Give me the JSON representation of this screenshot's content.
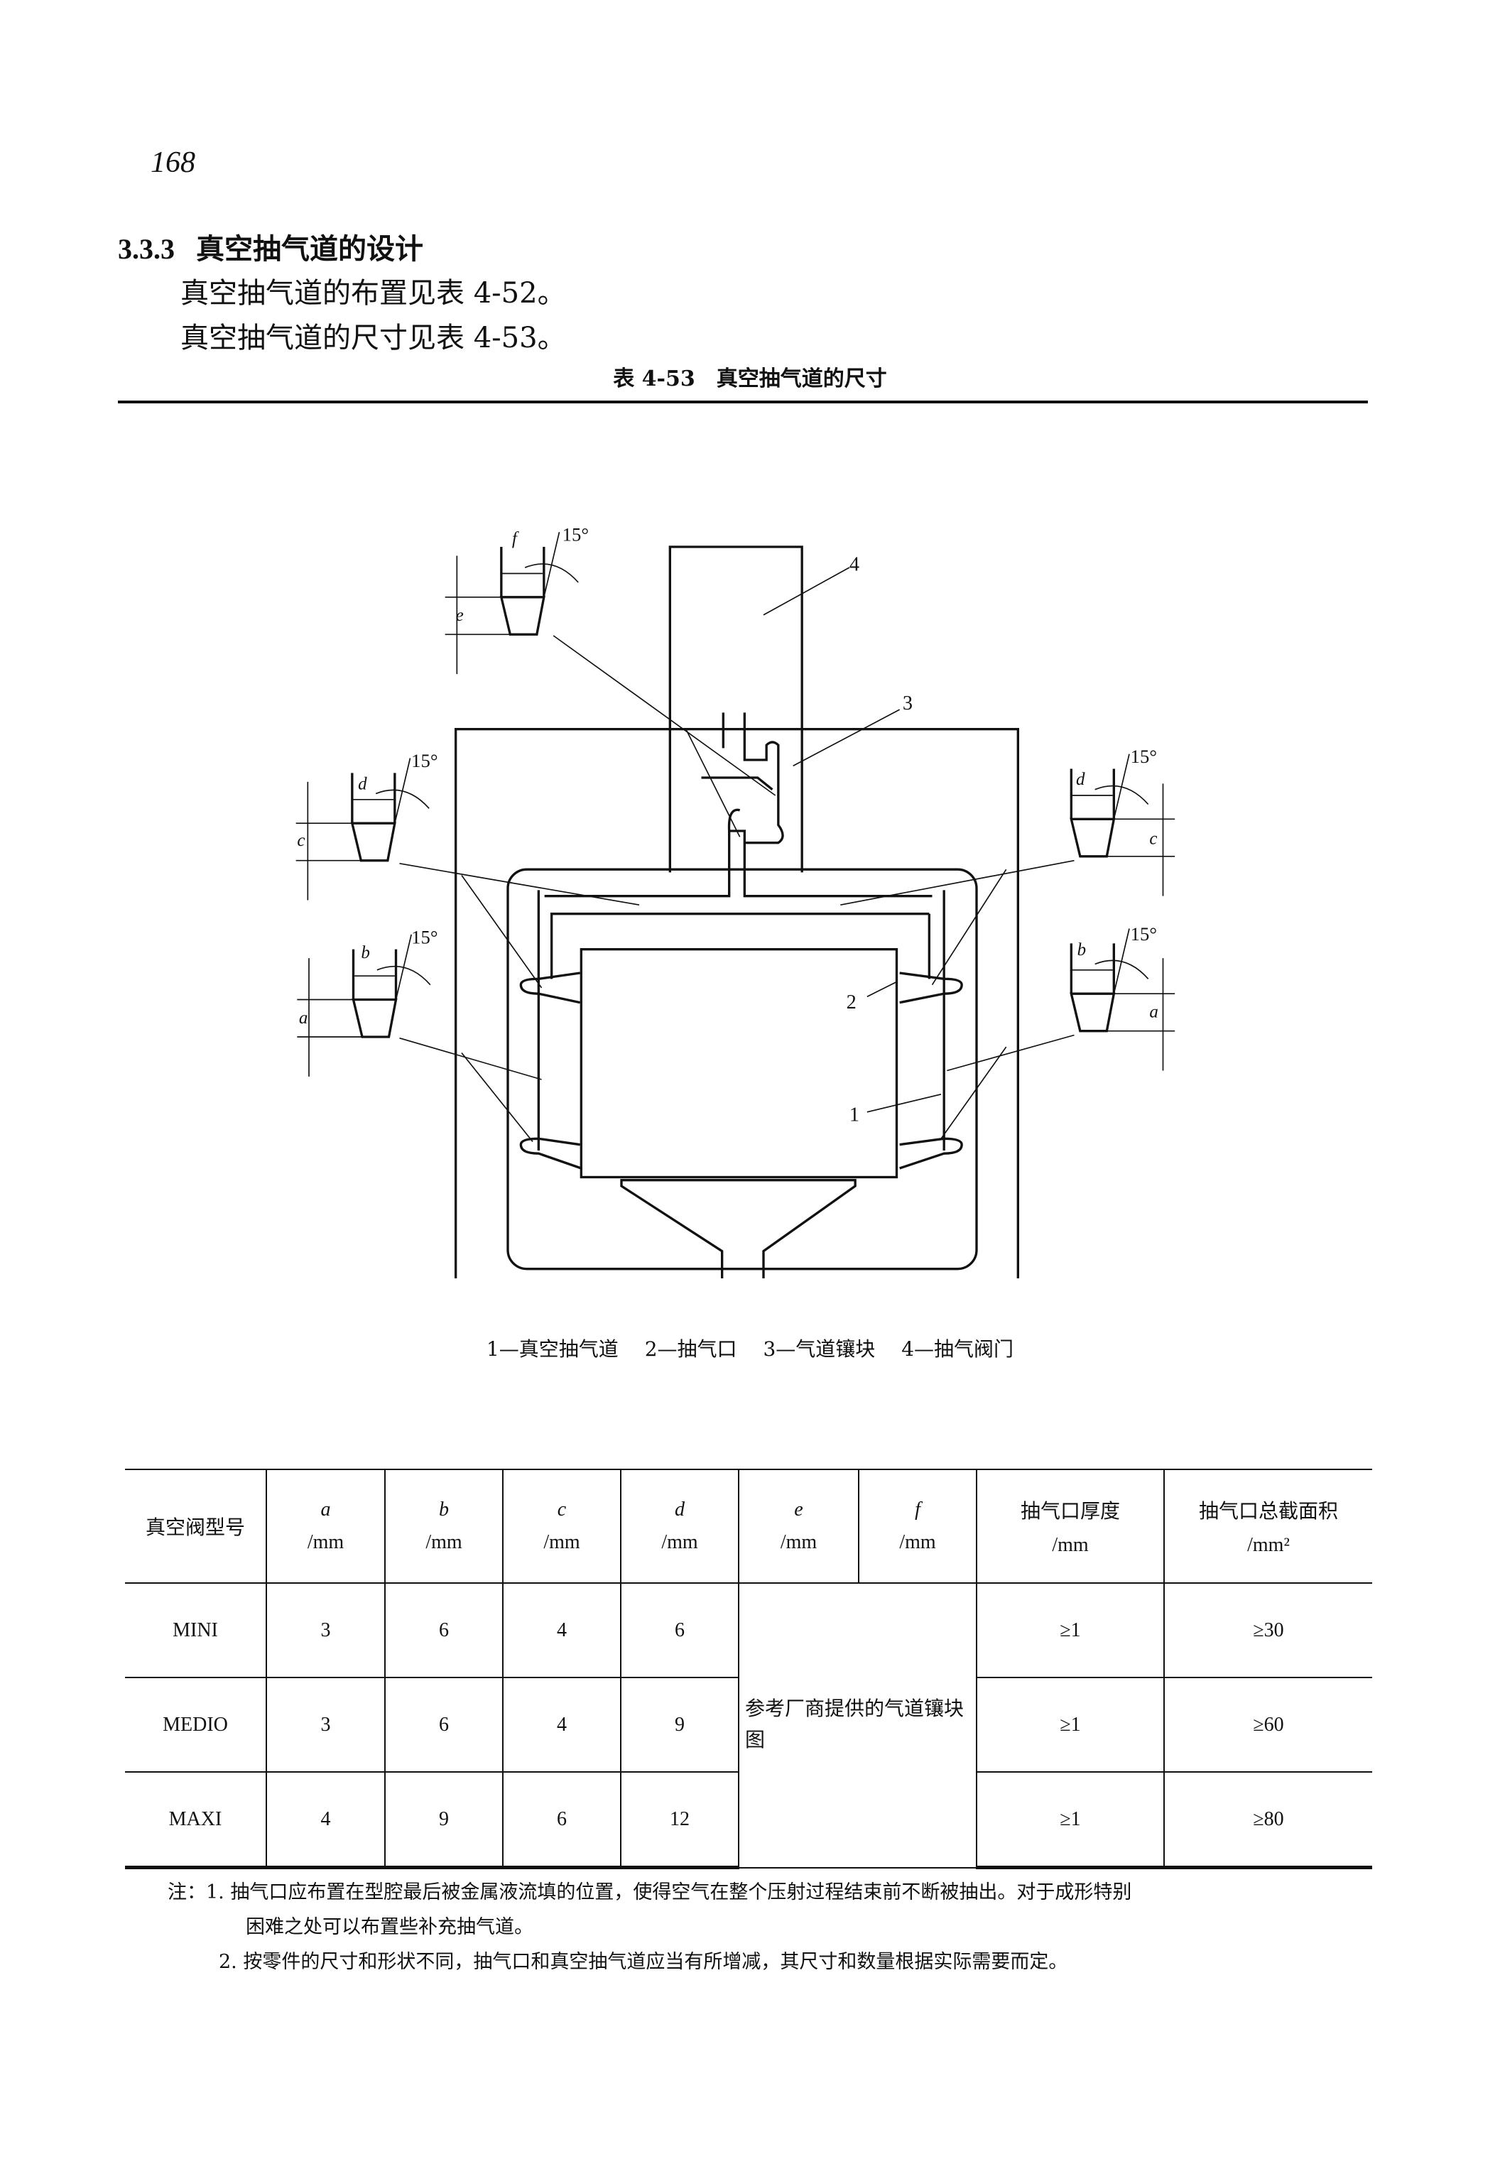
{
  "page_number": "168",
  "section": {
    "number": "3.3.3",
    "title": "真空抽气道的设计"
  },
  "paragraphs": [
    "真空抽气道的布置见表 4-52。",
    "真空抽气道的尺寸见表 4-53。"
  ],
  "table_title": "表 4-53　真空抽气道的尺寸",
  "diagram": {
    "angle_label": "15°",
    "dim_labels": {
      "a": "a",
      "b": "b",
      "c": "c",
      "d": "d",
      "e": "e",
      "f": "f"
    },
    "callouts": [
      "1",
      "2",
      "3",
      "4"
    ]
  },
  "legend": [
    "1—真空抽气道",
    "2—抽气口",
    "3—气道镶块",
    "4—抽气阀门"
  ],
  "table": {
    "headers": [
      {
        "sym": "",
        "unit": "真空阀型号"
      },
      {
        "sym": "a",
        "unit": "/mm"
      },
      {
        "sym": "b",
        "unit": "/mm"
      },
      {
        "sym": "c",
        "unit": "/mm"
      },
      {
        "sym": "d",
        "unit": "/mm"
      },
      {
        "sym": "e",
        "unit": "/mm"
      },
      {
        "sym": "f",
        "unit": "/mm"
      },
      {
        "sym": "抽气口厚度",
        "unit": "/mm"
      },
      {
        "sym": "抽气口总截面积",
        "unit": "/mm²"
      }
    ],
    "rows": [
      {
        "model": "MINI",
        "a": "3",
        "b": "6",
        "c": "4",
        "d": "6",
        "thickness": "≥1",
        "area": "≥30"
      },
      {
        "model": "MEDIO",
        "a": "3",
        "b": "6",
        "c": "4",
        "d": "9",
        "thickness": "≥1",
        "area": "≥60"
      },
      {
        "model": "MAXI",
        "a": "4",
        "b": "9",
        "c": "6",
        "d": "12",
        "thickness": "≥1",
        "area": "≥80"
      }
    ],
    "merged_ef": "参考厂商提供的气道镶块图"
  },
  "notes": [
    "注：1. 抽气口应布置在型腔最后被金属液流填的位置，使得空气在整个压射过程结束前不断被抽出。对于成形特别",
    "困难之处可以布置些补充抽气道。",
    "2. 按零件的尺寸和形状不同，抽气口和真空抽气道应当有所增减，其尺寸和数量根据实际需要而定。"
  ]
}
